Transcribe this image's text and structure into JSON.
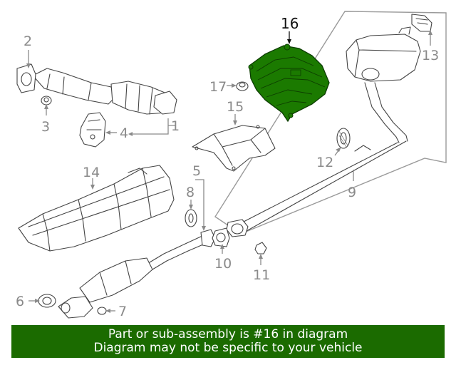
{
  "callouts": {
    "c1": "1",
    "c2": "2",
    "c3": "3",
    "c4": "4",
    "c5": "5",
    "c6": "6",
    "c7": "7",
    "c8": "8",
    "c9": "9",
    "c10": "10",
    "c11": "11",
    "c12": "12",
    "c13": "13",
    "c14": "14",
    "c15": "15",
    "c16": "16",
    "c17": "17"
  },
  "highlight": {
    "part": "16",
    "color": "#1b7a00"
  },
  "banner": {
    "line1": "Part or sub-assembly is #16 in diagram",
    "line2": "Diagram may not be specific to your vehicle",
    "background": "#1b6b00"
  }
}
